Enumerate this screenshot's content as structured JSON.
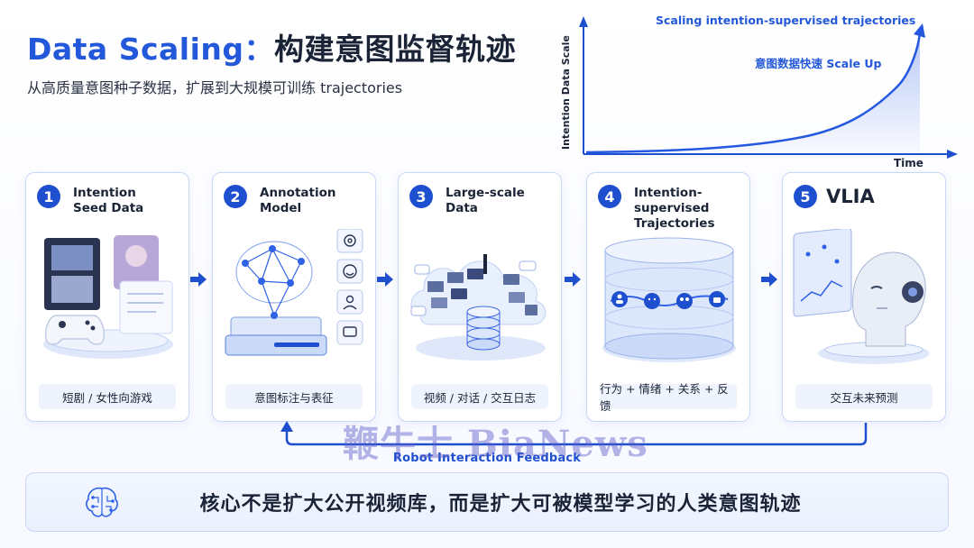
{
  "header": {
    "title_en": "Data Scaling：",
    "title_zh": "构建意图监督轨迹",
    "subtitle": "从高质量意图种子数据，扩展到大规模可训练 trajectories"
  },
  "growth_chart": {
    "top_label": "Scaling intention-supervised trajectories",
    "mid_label": "意图数据快速 Scale Up",
    "ylabel": "Intention Data Scale",
    "xlabel": "Time"
  },
  "steps": [
    {
      "num": "1",
      "title": "Intention\nSeed Data",
      "tag": "短剧 / 女性向游戏"
    },
    {
      "num": "2",
      "title": "Annotation\nModel",
      "tag": "意图标注与表征"
    },
    {
      "num": "3",
      "title": "Large-scale\nData",
      "tag": "视频 / 对话 / 交互日志"
    },
    {
      "num": "4",
      "title": "Intention-supervised\nTrajectories",
      "tag": "行为 + 情绪 + 关系 + 反馈"
    },
    {
      "num": "5",
      "title": "VLIA",
      "tag": "交互未来预测"
    }
  ],
  "feedback_label": "Robot Interaction Feedback",
  "watermark": "鞭牛士 BiaNews",
  "bottom_banner": "核心不是扩大公开视频库，而是扩大可被模型学习的人类意图轨迹",
  "colors": {
    "accent": "#1e4fcf",
    "title_blue": "#2258d9",
    "card_border": "#c9d7f6"
  }
}
